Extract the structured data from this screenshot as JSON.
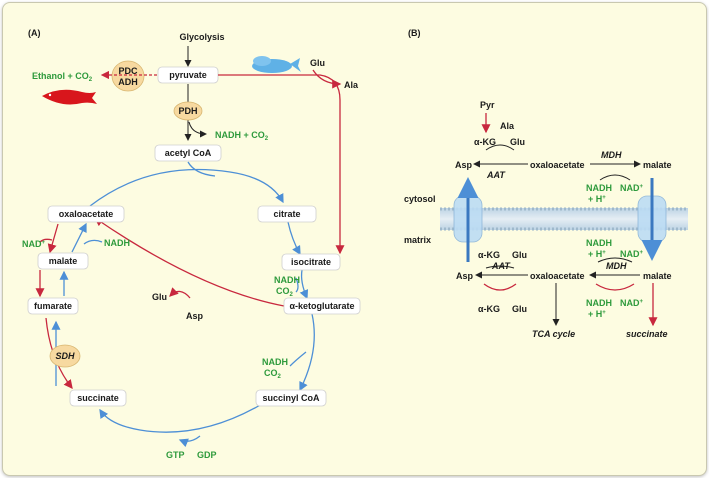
{
  "panel_a": {
    "label": "(A)",
    "glycolysis": "Glycolysis",
    "pyruvate": "pyruvate",
    "pdc": "PDC",
    "adh": "ADH",
    "ethanol": "Ethanol + CO",
    "ethanol_sub": "2",
    "glu_top": "Glu",
    "ala": "Ala",
    "pdh": "PDH",
    "nadh_co2": "NADH + CO",
    "nadh_co2_sub": "2",
    "acetyl_coa": "acetyl CoA",
    "oxaloacetate": "oxaloacetate",
    "citrate": "citrate",
    "nad_plus": "NAD",
    "nad_plus_sup": "+",
    "nadh_left": "NADH",
    "malate": "malate",
    "isocitrate": "isocitrate",
    "nadh_iso": "NADH",
    "co2_iso": "CO",
    "co2_iso_sub": "2",
    "glu_mid": "Glu",
    "asp": "Asp",
    "fumarate": "fumarate",
    "akg": "α-ketoglutarate",
    "sdh": "SDH",
    "nadh_akg": "NADH",
    "co2_akg": "CO",
    "co2_akg_sub": "2",
    "succinate": "succinate",
    "succinyl_coa": "succinyl CoA",
    "gtp": "GTP",
    "gdp": "GDP"
  },
  "panel_b": {
    "label": "(B)",
    "pyr": "Pyr",
    "ala": "Ala",
    "akg1": "α-KG",
    "glu1": "Glu",
    "asp1": "Asp",
    "oxaloacetate1": "oxaloacetate",
    "mdh1": "MDH",
    "malate1": "malate",
    "aat1": "AAT",
    "nadh1": "NADH",
    "h1": "+ H",
    "h1_sup": "+",
    "nad1": "NAD",
    "nad1_sup": "+",
    "cytosol": "cytosol",
    "matrix": "matrix",
    "nadh2": "NADH",
    "h2": "+ H",
    "h2_sup": "+",
    "nad2": "NAD",
    "nad2_sup": "+",
    "akg2": "α-KG",
    "glu2": "Glu",
    "aat2": "AAT",
    "mdh2": "MDH",
    "asp2": "Asp",
    "oxaloacetate2": "oxaloacetate",
    "malate2": "malate",
    "akg3": "α-KG",
    "glu3": "Glu",
    "nadh3": "NADH",
    "h3": "+ H",
    "h3_sup": "+",
    "nad3": "NAD",
    "nad3_sup": "+",
    "tca": "TCA cycle",
    "succinate": "succinate"
  },
  "colors": {
    "blue_arrow": "#4d8fd6",
    "red_arrow": "#c8283e",
    "green_text": "#2e9a3c",
    "enzyme_fill": "#f7d9a0"
  }
}
